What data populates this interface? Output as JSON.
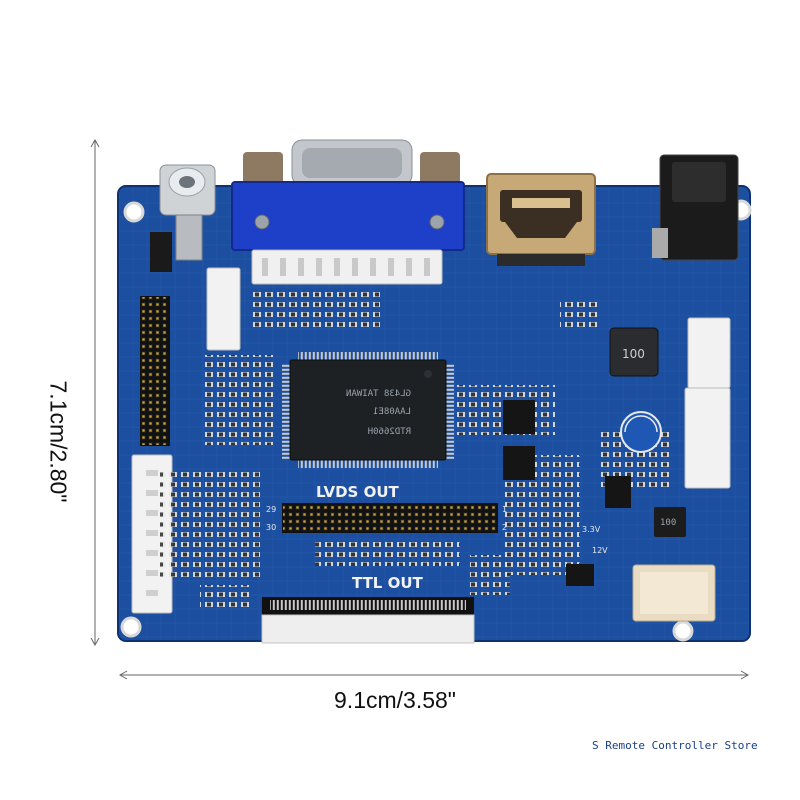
{
  "dimensions": {
    "width_label": "9.1cm/3.58\"",
    "height_label": "7.1cm/2.80\""
  },
  "board": {
    "lvds_label": "LVDS OUT",
    "ttl_label": "TTL OUT",
    "pin_29": "29",
    "pin_30": "30",
    "pin_1": "1",
    "pin_2": "2",
    "v33_label": "3.3V",
    "v12_label": "12V",
    "inductor_code": "100",
    "small_ic_code": "100",
    "main_chip_line1": "RTD2660H",
    "main_chip_line2": "LAA08E1",
    "main_chip_line3": "GL438 TAIWAN"
  },
  "watermark": {
    "store": "S Remote Controller Store"
  },
  "colors": {
    "pcb": "#1c4fa0",
    "pcb_dark": "#143c80",
    "trace": "#2b63b8",
    "silkscreen": "#f2f2f2",
    "vga_blue": "#1e3fc8",
    "chip": "#1e2124"
  }
}
